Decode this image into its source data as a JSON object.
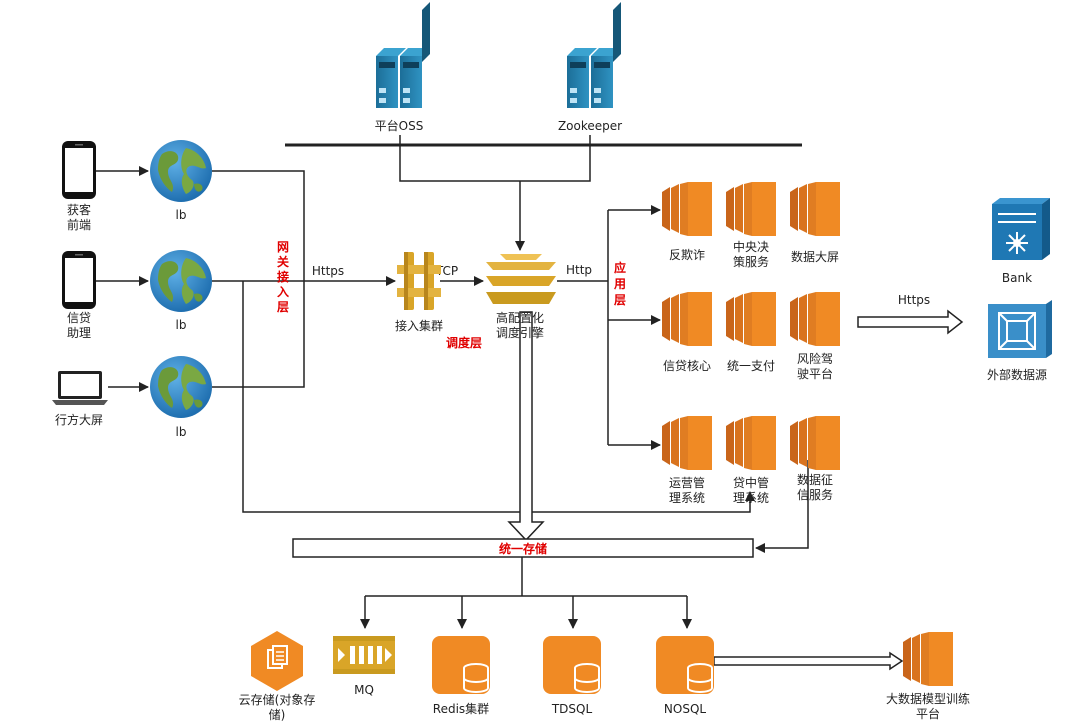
{
  "colors": {
    "orange": "#f08a24",
    "orange_dark": "#c9651a",
    "blue": "#1f78b4",
    "red": "#e00000",
    "line": "#222222",
    "gold": "#d9a528"
  },
  "servers": {
    "oss": "平台OSS",
    "zookeeper": "Zookeeper"
  },
  "clients": {
    "c1": [
      "获客",
      "前端"
    ],
    "c2": [
      "信贷",
      "助理"
    ],
    "c3": [
      "行方大屏"
    ]
  },
  "lb": [
    "lb",
    "lb",
    "lb"
  ],
  "gateway_label": [
    "网",
    "关",
    "接",
    "入",
    "层"
  ],
  "protocols": {
    "https_in": "Https",
    "tcp": "TCP",
    "http": "Http",
    "https_out": "Https"
  },
  "access_cluster": "接入集群",
  "config_engine": [
    "高配置化",
    "调度引擎"
  ],
  "schedule_layer": "调度层",
  "app_layer": [
    "应",
    "用",
    "层"
  ],
  "services": {
    "anti_fraud": [
      "反欺诈"
    ],
    "central_decision": [
      "中央决",
      "策服务"
    ],
    "big_screen": [
      "数据大屏"
    ],
    "credit_core": [
      "信贷核心"
    ],
    "unified_pay": [
      "统一支付"
    ],
    "risk_platform": [
      "风险驾",
      "驶平台"
    ],
    "ops_mgmt": [
      "运营管",
      "理系统"
    ],
    "loan_mgmt": [
      "贷中管",
      "理系统"
    ],
    "credit_data": [
      "数据征",
      "信服务"
    ]
  },
  "external": {
    "bank": "Bank",
    "ext_source": "外部数据源"
  },
  "storage_label": "统一存储",
  "stores": {
    "cloud": [
      "云存储(对象存",
      "储)"
    ],
    "mq": "MQ",
    "redis": "Redis集群",
    "tdsql": "TDSQL",
    "nosql": "NOSQL"
  },
  "bigdata": [
    "大数据模型训练",
    "平台"
  ]
}
